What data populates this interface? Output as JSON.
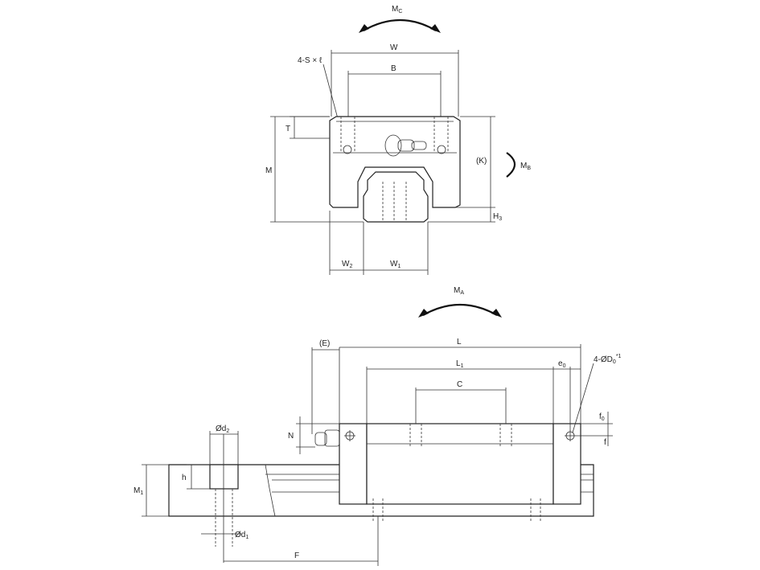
{
  "labels": {
    "mc": "M",
    "mc_sub": "C",
    "w": "W",
    "b": "B",
    "screw": "4-S × ℓ",
    "t": "T",
    "m": "M",
    "k": "(K)",
    "mb": "M",
    "mb_sub": "B",
    "h3": "H",
    "h3_sub": "3",
    "w2": "W",
    "w2_sub": "2",
    "w1": "W",
    "w1_sub": "1",
    "ma": "M",
    "ma_sub": "A",
    "e": "(E)",
    "l": "L",
    "l1": "L",
    "l1_sub": "1",
    "e0": "e",
    "e0_sub": "0",
    "do_hole": "4-ØD",
    "do_sub": "0",
    "do_note": "*1",
    "c": "C",
    "f0": "f",
    "f0_sub": "0",
    "f": "f",
    "n": "N",
    "d2": "Ød",
    "d2_sub": "2",
    "h": "h",
    "m1": "M",
    "m1_sub": "1",
    "d1": "Ød",
    "d1_sub": "1",
    "F": "F"
  },
  "colors": {
    "line": "#222222",
    "background": "#ffffff"
  }
}
